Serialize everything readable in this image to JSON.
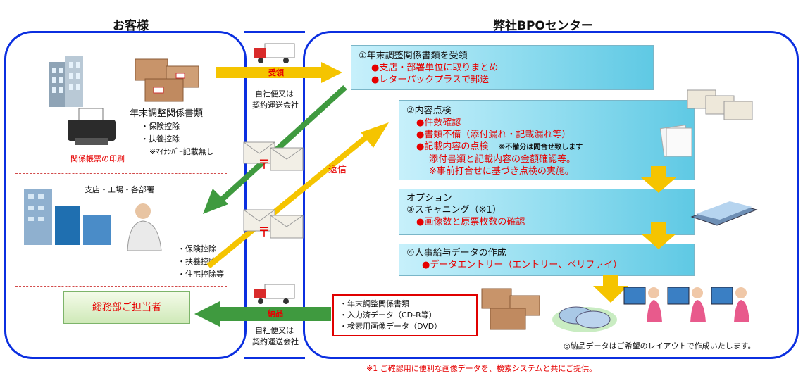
{
  "left_title": "お客様",
  "right_title": "弊社BPOセンター",
  "customer": {
    "doc_label": "年末調整関係書類",
    "doc_items": [
      "・保険控除",
      "・扶養控除",
      "※ﾏｲﾅﾝﾊﾞｰ記載無し"
    ],
    "print_label": "関係帳票の印刷",
    "branch_label": "支店・工場・各部署",
    "branch_items": [
      "・保険控除",
      "・扶養控除",
      "・住宅控除等"
    ],
    "general_affairs": "総務部ご担当者"
  },
  "arrows": {
    "receive": "受領",
    "reply": "返信",
    "deliver": "納品",
    "carrier_top": [
      "自社便又は",
      "契約運送会社"
    ],
    "carrier_bottom": [
      "自社便又は",
      "契約運送会社"
    ]
  },
  "steps": {
    "s1": {
      "title": "①年末調整関係書類を受領",
      "items": [
        "●支店・部署単位に取りまとめ",
        "●レターパックプラスで郵送"
      ]
    },
    "s2": {
      "title": "②内容点検",
      "items": [
        "●件数確認",
        "●書類不備（添付漏れ・記載漏れ等）"
      ],
      "check": "●記載内容の点検",
      "check_note": "※不備分は問合せ致します",
      "sub": [
        "添付書類と記載内容の金額確認等。",
        "※事前打合せに基づき点検の実施。"
      ]
    },
    "s3": {
      "option": "オプション",
      "title": "③スキャニング（※1）",
      "items": [
        "●画像数と原票枚数の確認"
      ]
    },
    "s4": {
      "title": "④人事給与データの作成",
      "items": [
        "●データエントリー（エントリー、ベリファイ）"
      ]
    }
  },
  "deliverables": [
    "・年末調整関係書類",
    "・入力済データ（CD-R等）",
    "・検索用画像データ（DVD）"
  ],
  "layout_note": "◎納品データはご希望のレイアウトで作成いたします。",
  "footnote": "※1 ご確認用に便利な画像データを、検索システムと共にご提供。",
  "colors": {
    "panel_border": "#0b2fe0",
    "arrow_yellow": "#f5c400",
    "arrow_green": "#3f9a3f",
    "accent_red": "#e60000"
  },
  "icons": [
    "building-icon",
    "cardboard-box-icon",
    "printer-icon",
    "office-worker-icon",
    "truck-icon",
    "envelope-icon",
    "scanner-icon",
    "cd-icon",
    "computer-operator-icon"
  ]
}
